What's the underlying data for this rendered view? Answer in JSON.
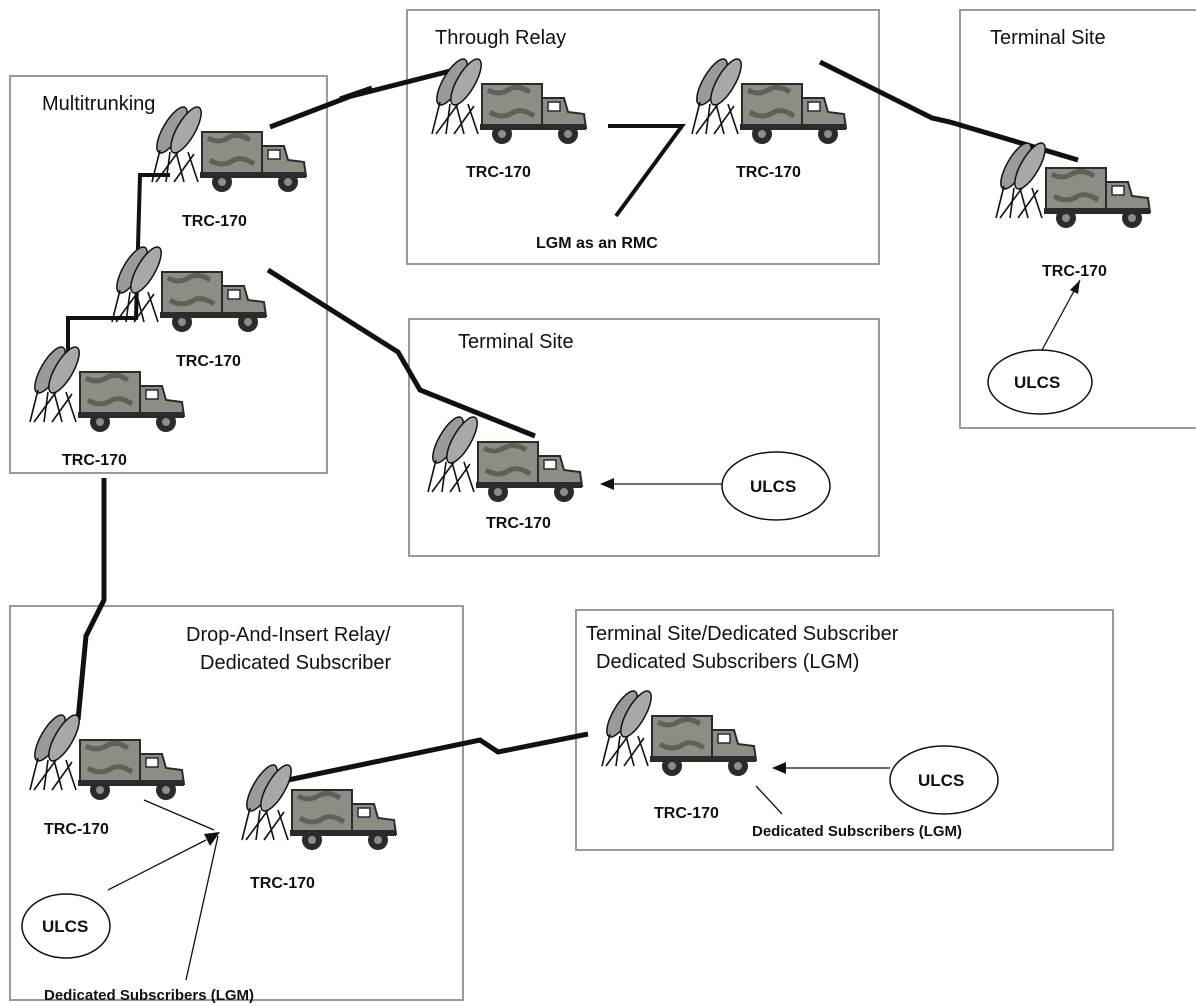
{
  "sites": {
    "multitrunking": {
      "title": "Multitrunking",
      "truck1": "TRC-170",
      "truck2": "TRC-170",
      "truck3": "TRC-170"
    },
    "through_relay": {
      "title": "Through Relay",
      "truck_left": "TRC-170",
      "truck_right": "TRC-170",
      "rmc_label": "LGM as an RMC"
    },
    "terminal_right": {
      "title": "Terminal Site",
      "truck": "TRC-170",
      "ulcs": "ULCS"
    },
    "terminal_center": {
      "title": "Terminal Site",
      "truck": "TRC-170",
      "ulcs": "ULCS"
    },
    "drop_insert": {
      "title_line1": "Drop-And-Insert Relay/",
      "title_line2": "Dedicated Subscriber",
      "truck_left": "TRC-170",
      "truck_right": "TRC-170",
      "ulcs": "ULCS",
      "dedicated": "Dedicated Subscribers (LGM)"
    },
    "terminal_dedicated": {
      "title_line1": "Terminal Site/Dedicated Subscriber",
      "title_line2": "Dedicated Subscribers (LGM)",
      "truck": "TRC-170",
      "ulcs": "ULCS",
      "dedicated": "Dedicated Subscribers (LGM)"
    }
  },
  "colors": {
    "truck_body": "#8a8f86",
    "truck_dark": "#2b2b2b",
    "box_border": "#9a9a9a",
    "ink": "#111111"
  }
}
